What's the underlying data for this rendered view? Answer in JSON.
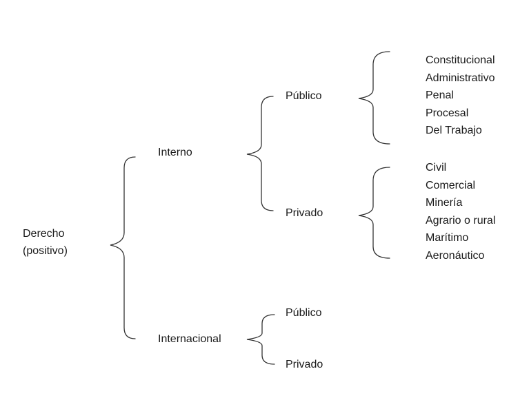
{
  "root": {
    "line1": "Derecho",
    "line2": "(positivo)"
  },
  "level1": {
    "interno": "Interno",
    "internacional": "Internacional"
  },
  "interno": {
    "publico": "Público",
    "privado": "Privado"
  },
  "internacional": {
    "publico": "Público",
    "privado": "Privado"
  },
  "publico_items": [
    "Constitucional",
    "Administrativo",
    "Penal",
    "Procesal",
    "Del Trabajo"
  ],
  "privado_items": [
    "Civil",
    "Comercial",
    "Minería",
    "Agrario o rural",
    "Marítimo",
    "Aeronáutico"
  ]
}
